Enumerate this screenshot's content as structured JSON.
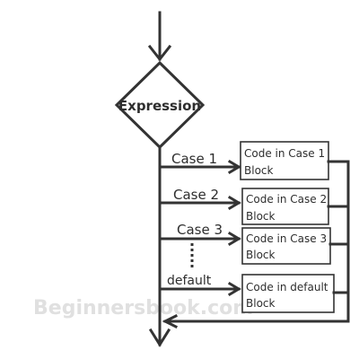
{
  "diagram": {
    "decision": {
      "label": "Expression"
    },
    "branches": [
      {
        "label": "Case 1",
        "block_line1": "Code in Case 1",
        "block_line2": "Block"
      },
      {
        "label": "Case 2",
        "block_line1": "Code in Case 2",
        "block_line2": "Block"
      },
      {
        "label": "Case 3",
        "block_line1": "Code in Case 3",
        "block_line2": "Block"
      },
      {
        "label": "default",
        "block_line1": "Code in default",
        "block_line2": "Block"
      }
    ],
    "watermark": "Beginnersbook.com",
    "colors": {
      "line": "#333333",
      "text": "#2e2e2e",
      "watermark": "#e0e0e0"
    }
  }
}
